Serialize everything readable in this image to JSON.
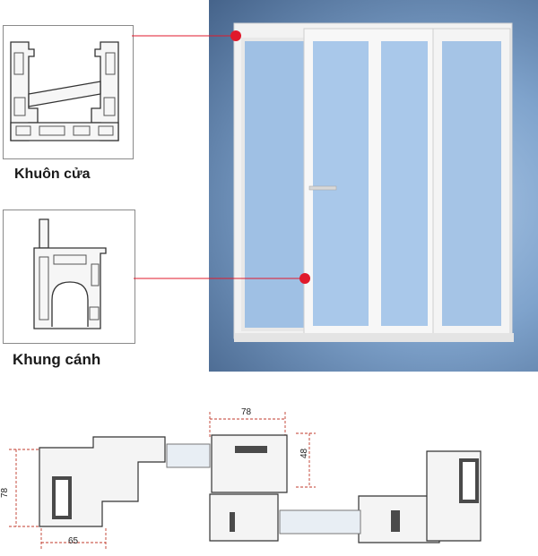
{
  "labels": {
    "frame": "Khuôn cửa",
    "sash": "Khung cánh"
  },
  "dimensions": {
    "top_width": "78",
    "right_height": "48",
    "left_height": "78",
    "bottom_width": "65"
  },
  "colors": {
    "marker": "#e0192b",
    "leader_line": "#e0192b",
    "dimension": "#c0392b",
    "profile_stroke": "#333333",
    "profile_fill": "#f4f4f4",
    "glass": "#9fc0e4"
  }
}
